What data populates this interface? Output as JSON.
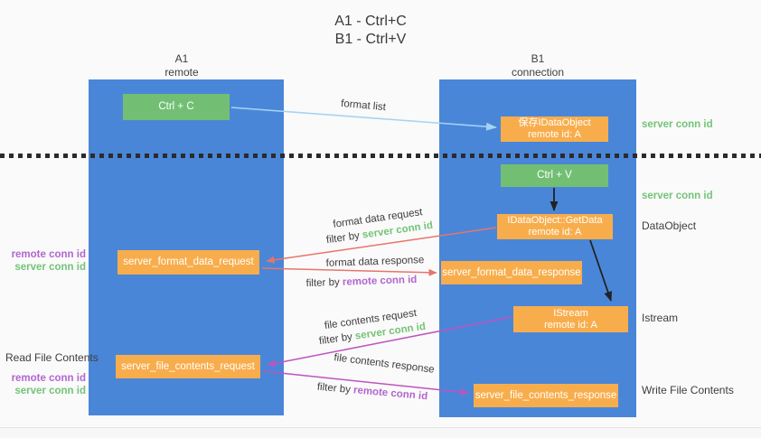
{
  "title": {
    "line1": "A1 - Ctrl+C",
    "line2": "B1 - Ctrl+V"
  },
  "columns": {
    "a1": {
      "name": "A1",
      "role": "remote"
    },
    "b1": {
      "name": "B1",
      "role": "connection"
    }
  },
  "nodes": {
    "ctrl_c": {
      "label": "Ctrl + C"
    },
    "save_idataobject": {
      "line1": "保存IDataObject",
      "line2": "remote id: A"
    },
    "ctrl_v": {
      "label": "Ctrl + V"
    },
    "getdata": {
      "line1": "IDataObject::GetData",
      "line2": "remote id: A"
    },
    "format_request": {
      "label": "server_format_data_request"
    },
    "format_response": {
      "label": "server_format_data_response"
    },
    "istream": {
      "line1": "IStream",
      "line2": "remote id: A"
    },
    "file_request": {
      "label": "server_file_contents_request"
    },
    "file_response": {
      "label": "server_file_contents_response"
    }
  },
  "flow_labels": {
    "format_list": "format list",
    "format_data_request": "format data request",
    "format_data_response": "format data response",
    "file_contents_request": "file contents request",
    "file_contents_response": "file contents response",
    "filter_by": "filter by ",
    "server_conn_id": "server conn id",
    "remote_conn_id": "remote conn id"
  },
  "side_labels": {
    "server_conn_id_top": "server conn id",
    "server_conn_id_mid": "server conn id",
    "dataobject": "DataObject",
    "istream": "Istream",
    "write_file_contents": "Write File Contents",
    "read_file_contents": "Read File Contents",
    "remote_conn_id_left1": "remote conn id",
    "server_conn_id_left1": "server conn id",
    "remote_conn_id_left2": "remote conn id",
    "server_conn_id_left2": "server conn id"
  },
  "colors": {
    "column_blue": "#4a86d8",
    "box_green": "#72bf74",
    "box_orange": "#f8ad4c",
    "text_green": "#74c377",
    "text_purple": "#b266cf",
    "arrow_red": "#e8746a",
    "arrow_magenta": "#bd54c0",
    "arrow_light_blue": "#a6d3f2",
    "arrow_black": "#222222",
    "text_dark": "#3d3d3d"
  }
}
